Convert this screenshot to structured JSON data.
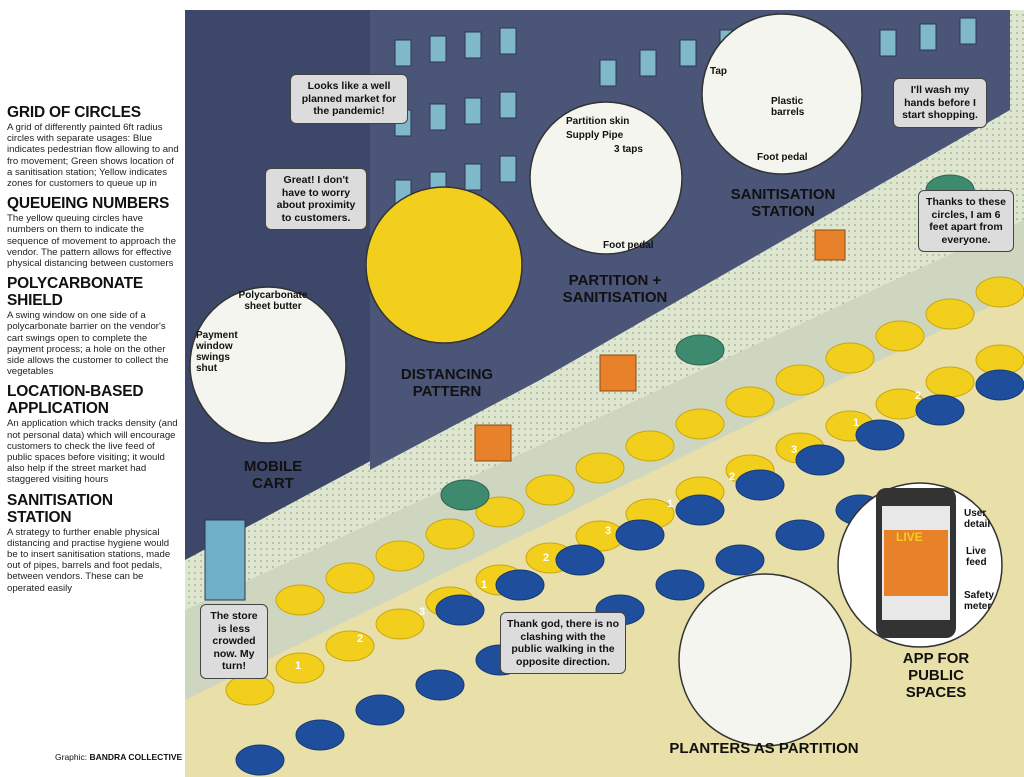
{
  "sidebar": {
    "sections": [
      {
        "title": "GRID OF CIRCLES",
        "body": "A grid of differently painted 6ft radius circles with separate usages: Blue indicates pedestrian flow allowing to and fro movement; Green shows location of a sanitisation station; Yellow indicates zones for customers to queue up in"
      },
      {
        "title": "QUEUEING NUMBERS",
        "body": "The yellow queuing circles have numbers on them to indicate the sequence of movement to approach the vendor. The pattern allows for effective physical distancing between customers"
      },
      {
        "title": "POLYCARBONATE SHIELD",
        "body": "A swing window on one side of a polycarbonate barrier on the vendor's cart swings open to complete the payment process; a hole on the other side allows the customer to collect the vegetables"
      },
      {
        "title": "LOCATION-BASED APPLICATION",
        "body": "An application which tracks density (and not personal data) which will encourage customers to check the live feed of public spaces before visiting; it would also help if the street market had staggered visiting hours"
      },
      {
        "title": "SANITISATION STATION",
        "body": "A strategy to further enable physical distancing and practise hygiene would be to insert sanitisation stations, made out of pipes, barrels and foot pedals, between vendors. These can be operated easily"
      }
    ]
  },
  "credit": {
    "prefix": "Graphic:",
    "name": "BANDRA COLLECTIVE"
  },
  "bubbles": {
    "well_planned": "Looks like a well planned market for the pandemic!",
    "great": "Great! I don't have to worry about proximity to customers.",
    "wash": "I'll wash my hands before I start shopping.",
    "thanks": "Thanks to these circles, I am 6 feet apart from everyone.",
    "store": "The store is less crowded now. My turn!",
    "thank_god": "Thank god, there is no clashing with the public walking in the opposite direction."
  },
  "labels": {
    "distancing": "DISTANCING PATTERN",
    "mobile_cart": "MOBILE CART",
    "partition_sanitisation": "PARTITION + SANITISATION",
    "sanitisation_station": "SANITISATION STATION",
    "app": "APP FOR PUBLIC SPACES",
    "planters": "PLANTERS AS PARTITION"
  },
  "callouts": {
    "polycarbonate": "Polycarbonate sheet butter",
    "payment": "Payment window swings shut",
    "partition_skin": "Partition skin",
    "supply_pipe": "Supply Pipe",
    "three_taps": "3 taps",
    "foot_pedal_1": "Foot pedal",
    "tap": "Tap",
    "plastic_barrels": "Plastic barrels",
    "foot_pedal_2": "Foot pedal",
    "user_detail": "User detail",
    "live_feed": "Live feed",
    "safety_meter": "Safety meter",
    "phone_live": "LIVE"
  },
  "queue_numbers": [
    "1",
    "2",
    "3",
    "1",
    "2",
    "3",
    "1",
    "2",
    "3",
    "1",
    "2"
  ],
  "colors": {
    "blue": "#1f4e9c",
    "yellow": "#f2cf1d",
    "green": "#3e8a6e",
    "street": "#e8e0a8",
    "building": "#4a5578",
    "window": "#7fb8c8",
    "bubble_bg": "#dcdcdc"
  }
}
